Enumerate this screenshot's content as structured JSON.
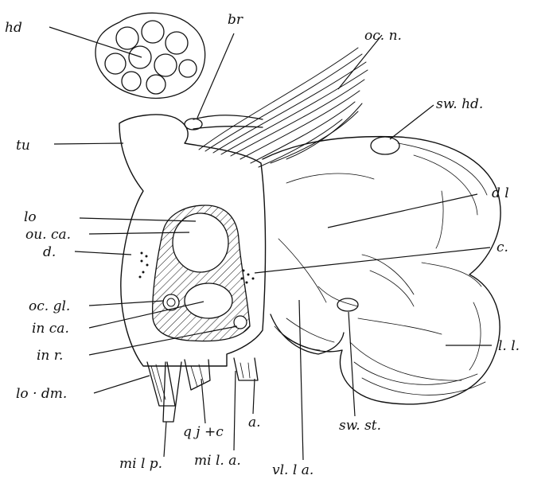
{
  "labels": {
    "hd": "hd",
    "br": "br",
    "ocn": "oc. n.",
    "swhd": "sw. hd.",
    "tu": "tu",
    "dl": "d l",
    "lo": "lo",
    "ouca": "ou. ca.",
    "c": "c.",
    "d": "d.",
    "ocgl": "oc. gl.",
    "inca": "in ca.",
    "inr": "in r.",
    "ll": "l. l.",
    "lodm": "lo · dm.",
    "a": "a.",
    "swst": "sw. st.",
    "qjc": "q j +c",
    "milp": "mi l p.",
    "mila": "mi l. a.",
    "vlla": "vl. l a."
  },
  "colors": {
    "ink": "#111111",
    "paper": "#ffffff"
  }
}
